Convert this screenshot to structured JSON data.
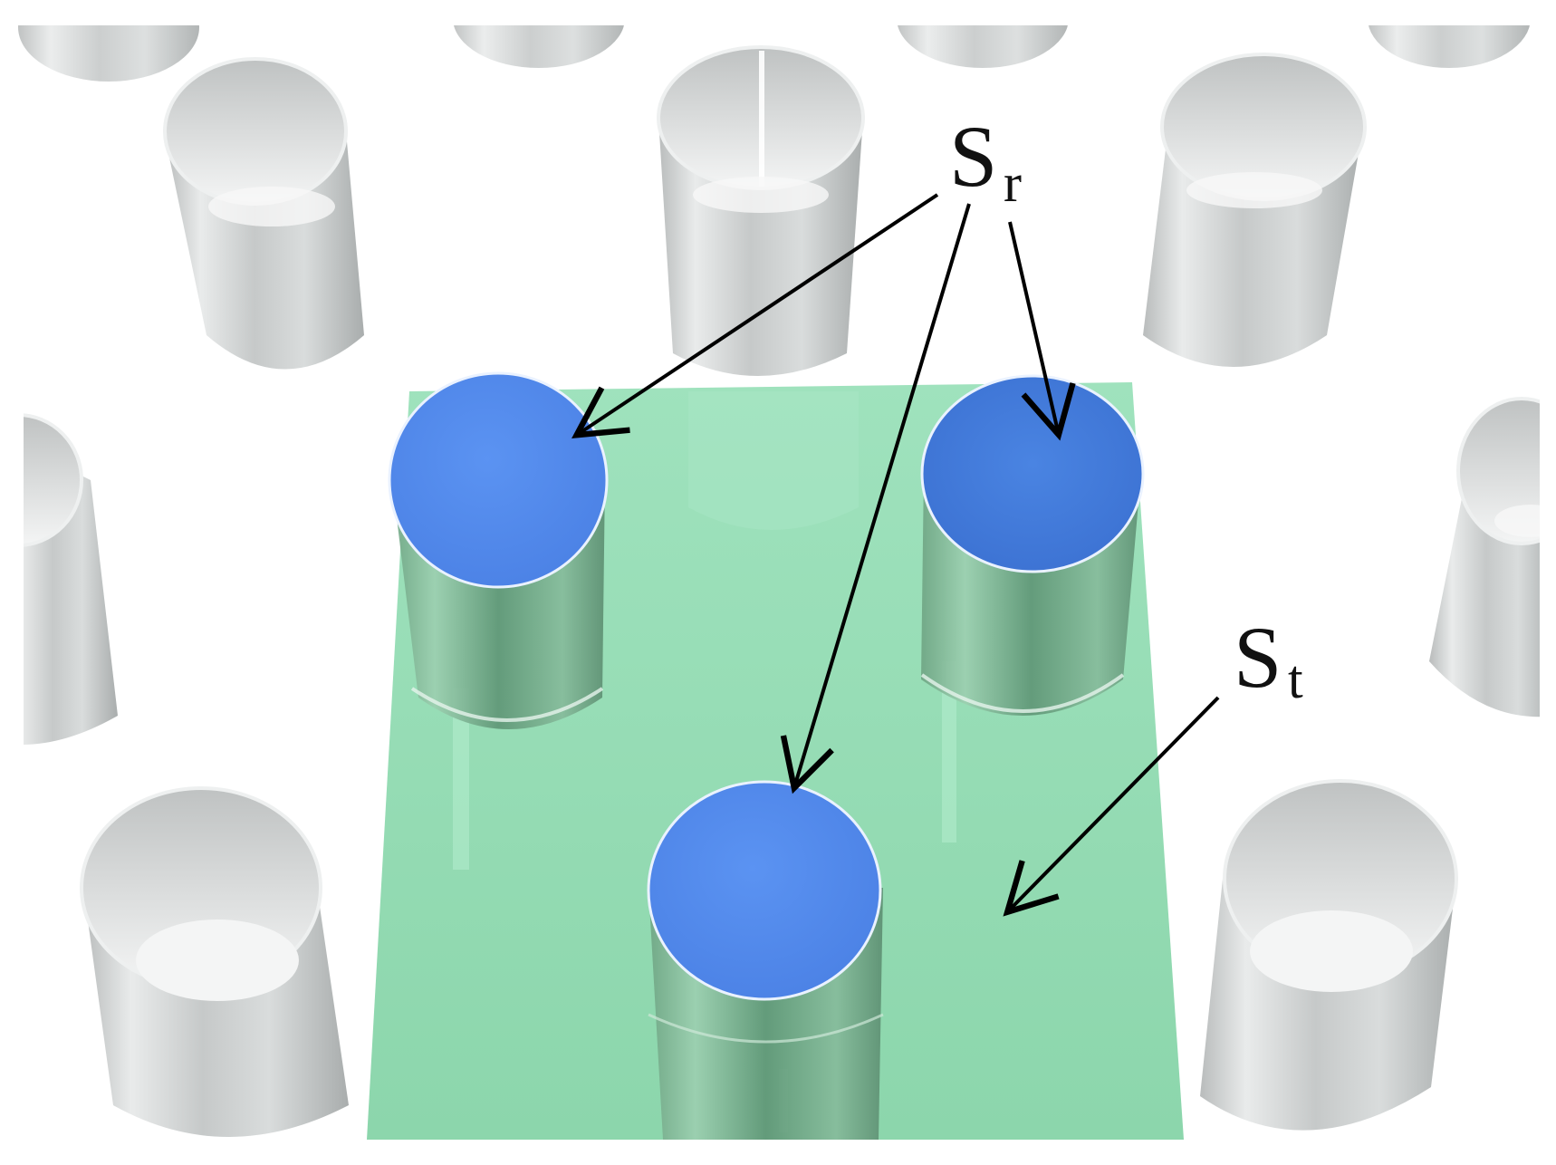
{
  "labels": {
    "sr": {
      "main": "S",
      "sub": "r"
    },
    "st": {
      "main": "S",
      "sub": "t"
    }
  },
  "colors": {
    "background": "#ffffff",
    "substrate": "#8fdcb0",
    "pillar_top": "#4f86ea",
    "shell": "#c9cccc",
    "arrow": "#000000"
  }
}
